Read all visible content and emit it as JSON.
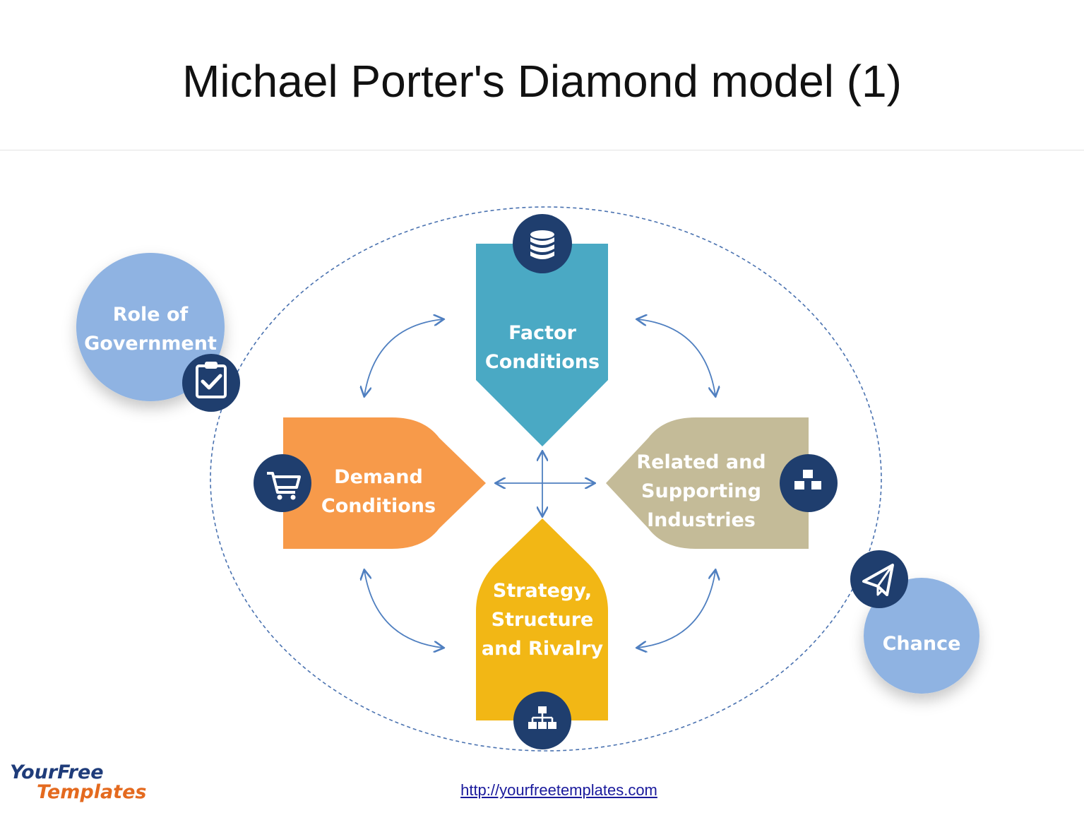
{
  "title": "Michael Porter's Diamond model (1)",
  "nodes": {
    "factor": {
      "line1": "Factor",
      "line2": "Conditions",
      "color": "#4aa9c4"
    },
    "demand": {
      "line1": "Demand",
      "line2": "Conditions",
      "color": "#f79a4a"
    },
    "related": {
      "line1": "Related and",
      "line2": "Supporting",
      "line3": "Industries",
      "color": "#c4bb98"
    },
    "strategy": {
      "line1": "Strategy,",
      "line2": "Structure",
      "line3": "and Rivalry",
      "color": "#f2b715"
    },
    "government": {
      "line1": "Role of",
      "line2": "Government",
      "color": "#8fb3e2"
    },
    "chance": {
      "line1": "Chance",
      "color": "#8fb3e2"
    }
  },
  "icons": {
    "factor": "database-icon",
    "demand": "cart-icon",
    "related": "cubes-icon",
    "strategy": "hierarchy-icon",
    "government": "clipboard-check-icon",
    "chance": "paper-plane-icon"
  },
  "colors": {
    "icon_circle": "#1f3e6e",
    "arrow": "#4f7fc0",
    "ellipse": "#4a72b0"
  },
  "footer": {
    "logo_your": "Your",
    "logo_free": "Free",
    "logo_templates": "Templates",
    "link": "http://yourfreetemplates.com"
  }
}
